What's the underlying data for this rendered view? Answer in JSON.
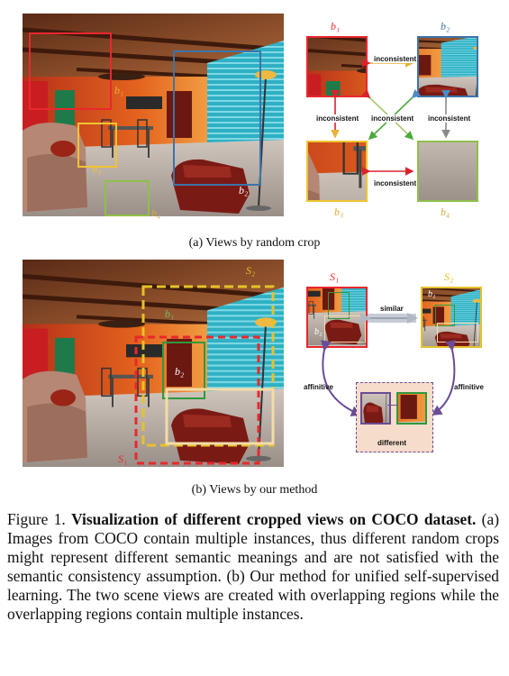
{
  "panel_a": {
    "box_labels": [
      "b₁",
      "b₂",
      "b₃",
      "b₄"
    ],
    "view_labels": [
      "b₁",
      "b₂",
      "b₃",
      "b₄"
    ],
    "relations": {
      "top": "inconsistent",
      "left": "inconsistent",
      "center": "inconsistent",
      "right": "inconsistent",
      "bottom": "inconsistent"
    },
    "subcaption": "(a) Views by random crop"
  },
  "panel_b": {
    "scene_labels": {
      "s2": "S₂",
      "b1": "b₁",
      "b2": "b₂",
      "s1": "S₁"
    },
    "view_labels": {
      "s1": "S₁",
      "s2": "S₂",
      "inner_b1": "b₁",
      "inner_b2": "b₂"
    },
    "relations": {
      "similar": "similar",
      "affinitive_left": "affinitive",
      "affinitive_right": "affinitive",
      "different": "different"
    },
    "subcaption": "(b) Views by our method"
  },
  "caption": {
    "prefix": "Figure 1. ",
    "title": "Visualization of different cropped views on COCO dataset.",
    "body": " (a) Images from COCO contain multiple instances, thus different random crops might represent different semantic meanings and are not satisfied with the semantic consistency assumption. (b) Our method for unified self-supervised learning. The two scene views are created with overlapping regions while the overlapping regions contain multiple instances."
  },
  "colors": {
    "b1": "#e8282d",
    "b2": "#3d74a8",
    "b3": "#efc432",
    "b4": "#8fbf4a",
    "s2": "#e6c228",
    "green_box": "#2e9a3c",
    "cream_box": "#f3dca8",
    "purple": "#6a4d96",
    "arrow_red": "#d9232d",
    "arrow_green": "#4caa3a",
    "arrow_blue": "#4a8cc8",
    "arrow_gray": "#8a8a8a"
  }
}
